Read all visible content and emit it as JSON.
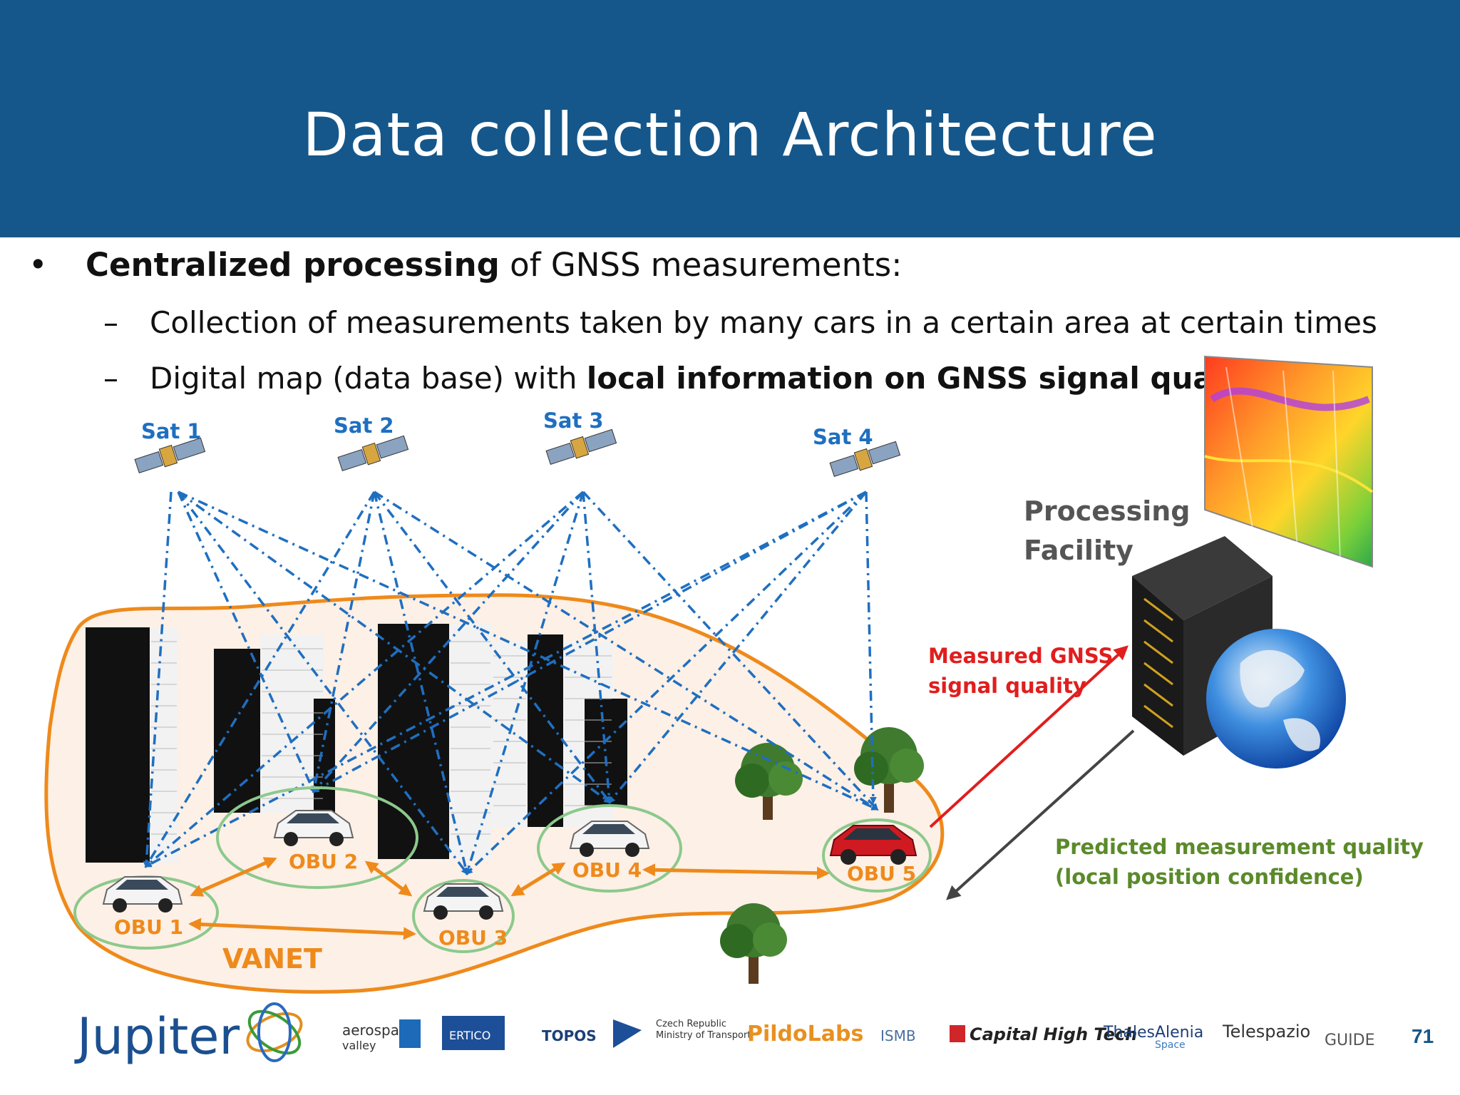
{
  "slide": {
    "title": "Data collection Architecture",
    "page_number": "71"
  },
  "bullets": {
    "main_bold": "Centralized processing",
    "main_rest": " of GNSS measurements:",
    "sub1": "Collection of measurements taken by many cars in a certain area at  certain times",
    "sub2_plain": "Digital map (data base) with ",
    "sub2_bold": "local information on GNSS signal quality",
    "bullet_glyph": "•",
    "dash_glyph": "–"
  },
  "diagram": {
    "satellites": [
      "Sat 1",
      "Sat 2",
      "Sat 3",
      "Sat 4"
    ],
    "obus": [
      "OBU 1",
      "OBU 2",
      "OBU 3",
      "OBU 4",
      "OBU 5"
    ],
    "network_label": "VANET",
    "facility_line1": "Processing",
    "facility_line2": "Facility",
    "measured_line1": "Measured GNSS",
    "measured_line2": "signal quality",
    "predicted_line1": "Predicted measurement quality",
    "predicted_line2": "(local position confidence)",
    "colors": {
      "header": "#15578a",
      "satellite_label": "#1f6fc0",
      "link": "#1f6fc0",
      "vanet": "#ee8a1b",
      "obu_ring": "#8cc98c",
      "measured": "#e01e1e",
      "predicted": "#5a8a2a",
      "facility": "#555555"
    }
  },
  "logos": {
    "jupiter": "Jupiter",
    "aerospace_1": "aerospace",
    "aerospace_2": "valley",
    "ertico": "ERTICO",
    "topos": "TOPOS",
    "czech_1": "Czech Republic",
    "czech_2": "Ministry of Transport",
    "pildo": "PildoLabs",
    "ismb": "ISMB",
    "capital": "Capital High Tech",
    "thales_1": "ThalesAlenia",
    "thales_2": "Space",
    "telespazio": "Telespazio",
    "guide": "GUIDE"
  }
}
